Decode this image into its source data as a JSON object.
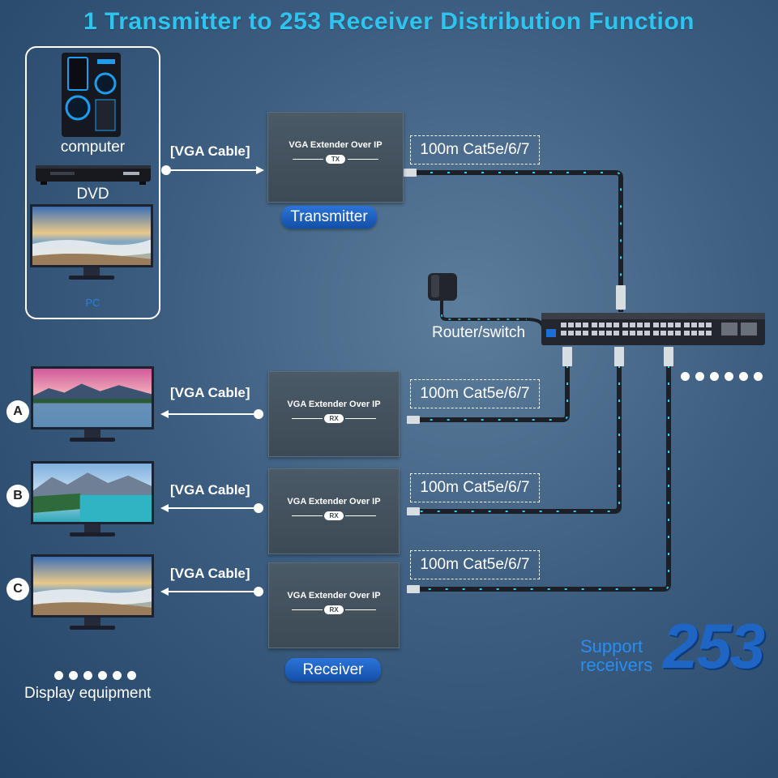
{
  "title": "1 Transmitter to 253 Receiver Distribution Function",
  "source": {
    "computer_label": "computer",
    "dvd_label": "DVD",
    "pc_label": "PC"
  },
  "cables": {
    "vga_label": "[VGA Cable]",
    "cat_label": "100m Cat5e/6/7"
  },
  "extender": {
    "label": "VGA Extender Over IP",
    "tx_tag": "TX",
    "rx_tag": "RX"
  },
  "transmitter_label": "Transmitter",
  "receiver_label": "Receiver",
  "router_label": "Router/switch",
  "displays": {
    "letters": [
      "A",
      "B",
      "C"
    ],
    "label": "Display equipment"
  },
  "support": {
    "line1": "Support",
    "line2": "receivers",
    "count": "253"
  },
  "colors": {
    "title": "#2fc4f0",
    "pill": "#1f5fc0",
    "cable_dark": "#1c1f26",
    "cable_accent": "#2ad0f0",
    "support": "#2b8df0"
  }
}
